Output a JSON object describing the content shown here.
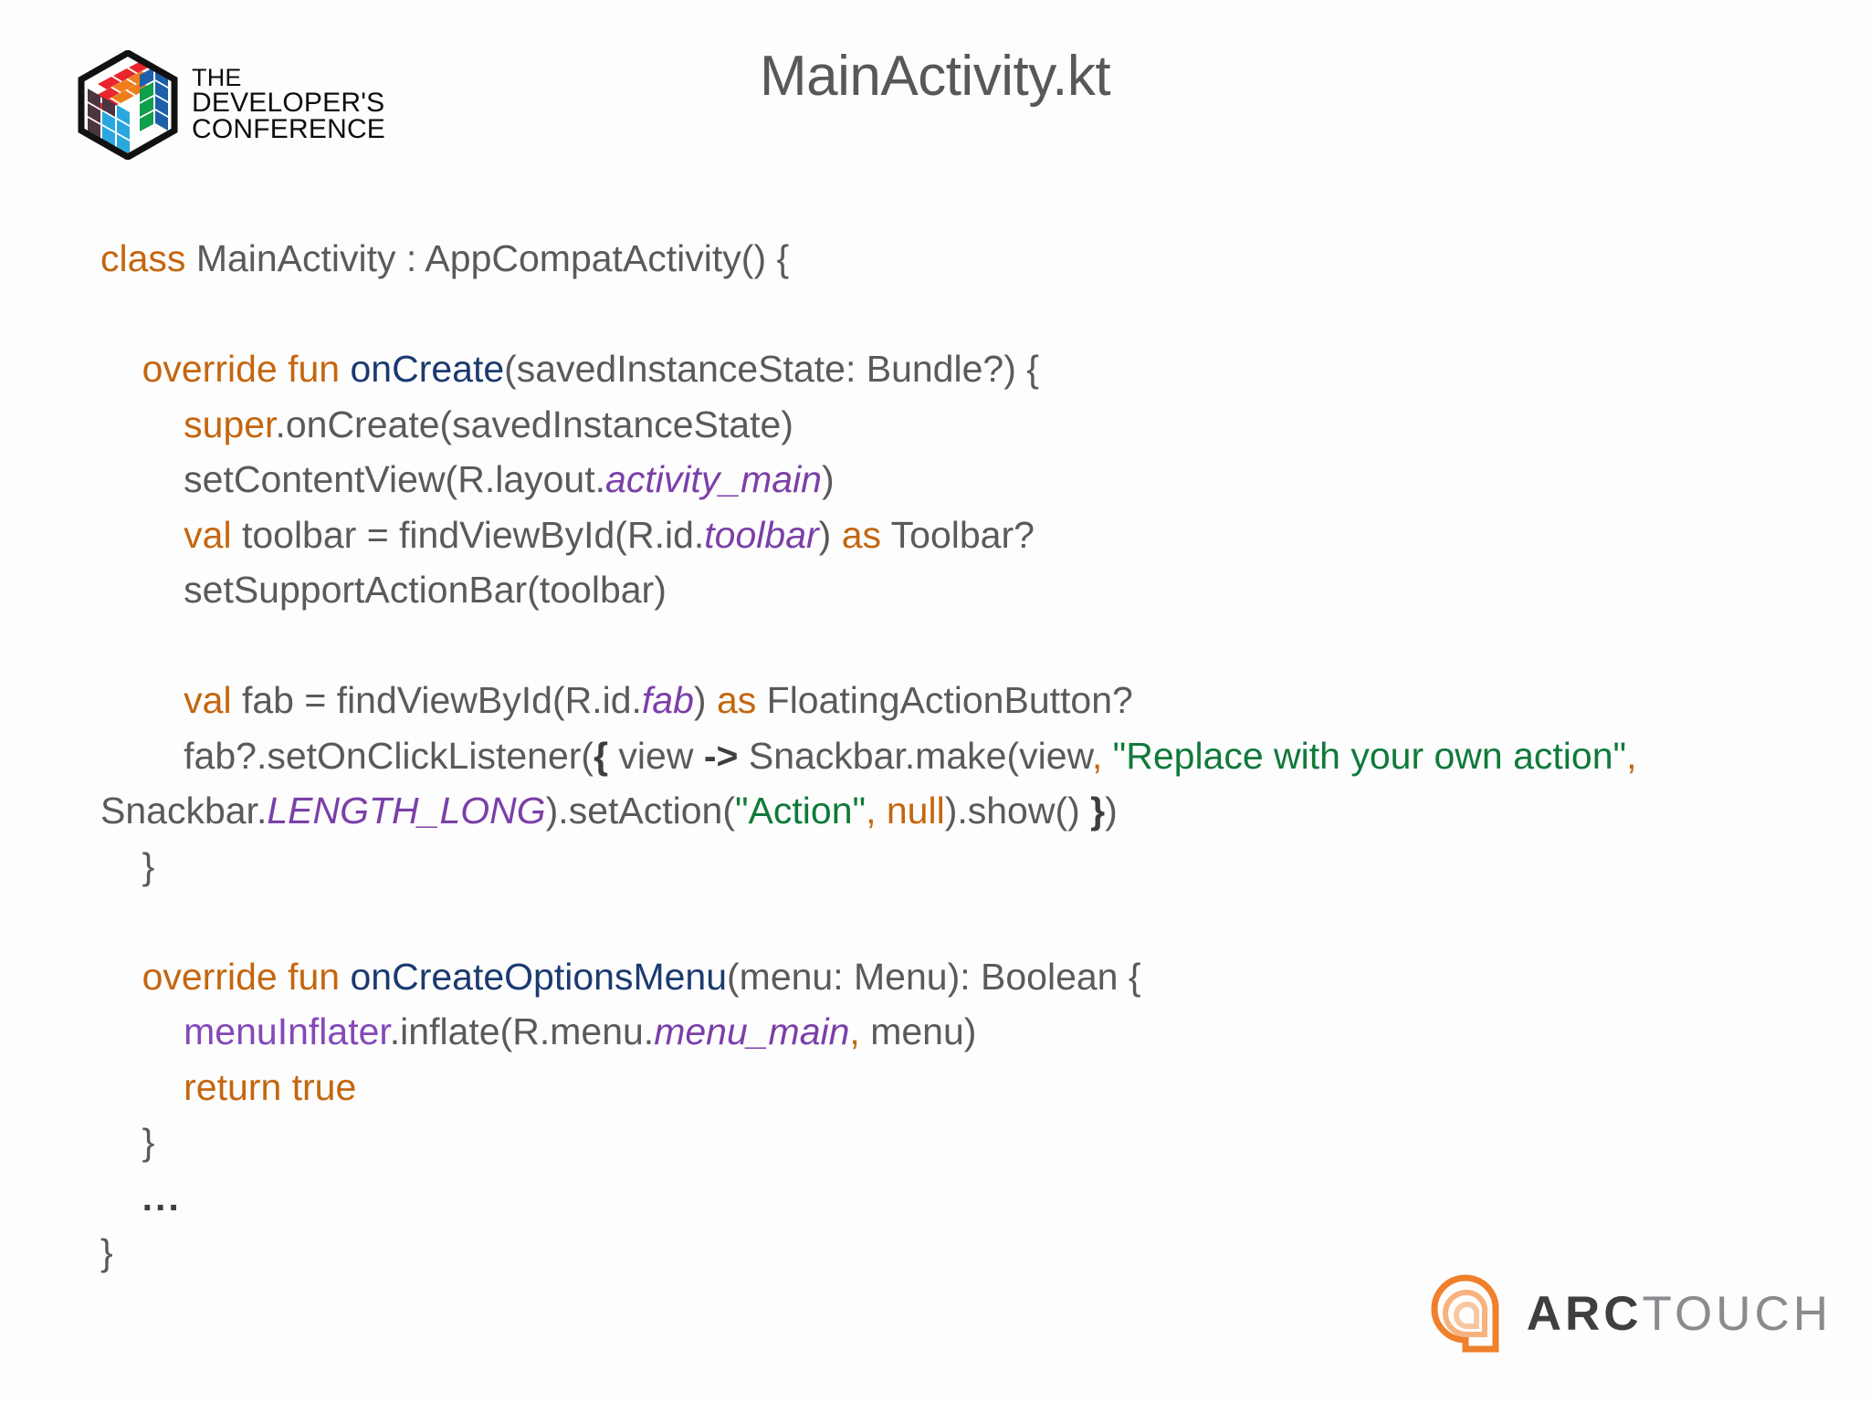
{
  "brand": {
    "tdc": {
      "line1": "THE",
      "line2": "DEVELOPER'S",
      "line3": "CONFERENCE",
      "cube_icon": "rubiks-cube-hexagon-icon",
      "colors": {
        "red": "#e8262d",
        "orange": "#ef7d1a",
        "green": "#0f9e4a",
        "blue": "#1d5fa8",
        "lightblue": "#29a8e0",
        "dark": "#4a3540",
        "outline": "#111111"
      }
    },
    "arctouch": {
      "arc": "ARC",
      "touch": "TOUCH",
      "mark_icon": "arctouch-spiral-a-icon",
      "accent": "#f0802b",
      "arc_color": "#3f3f42",
      "touch_color": "#8b8b8f"
    }
  },
  "header": {
    "title": "MainActivity.kt",
    "title_color": "#57585a"
  },
  "code": {
    "language": "kotlin",
    "filename": "MainActivity.kt",
    "theme": {
      "default": "#5a5a5d",
      "keyword": "#c4660f",
      "function": "#1b3a70",
      "resource": "#7b3fa8",
      "string": "#10793a",
      "punctuation_accent": "#c4660f",
      "bold_symbol": "#3e3e41"
    },
    "lines": [
      {
        "tokens": [
          {
            "t": "class ",
            "c": "kw"
          },
          {
            "t": "MainActivity : AppCompatActivity() {",
            "c": ""
          }
        ]
      },
      {
        "blank": true
      },
      {
        "indent": 1,
        "tokens": [
          {
            "t": "override fun ",
            "c": "kw"
          },
          {
            "t": "onCreate",
            "c": "fn"
          },
          {
            "t": "(savedInstanceState: Bundle?) {",
            "c": ""
          }
        ]
      },
      {
        "indent": 2,
        "tokens": [
          {
            "t": "super",
            "c": "kw"
          },
          {
            "t": ".onCreate(savedInstanceState)",
            "c": ""
          }
        ]
      },
      {
        "indent": 2,
        "tokens": [
          {
            "t": "setContentView(R.layout.",
            "c": ""
          },
          {
            "t": "activity_main",
            "c": "res"
          },
          {
            "t": ")",
            "c": ""
          }
        ]
      },
      {
        "indent": 2,
        "tokens": [
          {
            "t": "val ",
            "c": "kw"
          },
          {
            "t": "toolbar = findViewById(R.id.",
            "c": ""
          },
          {
            "t": "toolbar",
            "c": "res"
          },
          {
            "t": ") ",
            "c": ""
          },
          {
            "t": "as ",
            "c": "kw"
          },
          {
            "t": "Toolbar?",
            "c": ""
          }
        ]
      },
      {
        "indent": 2,
        "tokens": [
          {
            "t": "setSupportActionBar(toolbar)",
            "c": ""
          }
        ]
      },
      {
        "blank": true
      },
      {
        "indent": 2,
        "tokens": [
          {
            "t": "val ",
            "c": "kw"
          },
          {
            "t": "fab = findViewById(R.id.",
            "c": ""
          },
          {
            "t": "fab",
            "c": "res"
          },
          {
            "t": ") ",
            "c": ""
          },
          {
            "t": "as ",
            "c": "kw"
          },
          {
            "t": "FloatingActionButton?",
            "c": ""
          }
        ]
      },
      {
        "indent": 2,
        "tokens": [
          {
            "t": "fab?.setOnClickListener(",
            "c": ""
          },
          {
            "t": "{",
            "c": "bold"
          },
          {
            "t": " view ",
            "c": ""
          },
          {
            "t": "->",
            "c": "bold"
          },
          {
            "t": " Snackbar.make(view",
            "c": ""
          },
          {
            "t": ",",
            "c": "pun"
          },
          {
            "t": " ",
            "c": ""
          },
          {
            "t": "\"Replace with your own action\"",
            "c": "str"
          },
          {
            "t": ",",
            "c": "pun"
          },
          {
            "t": " Snackbar.",
            "c": ""
          },
          {
            "t": "LENGTH_LONG",
            "c": "res"
          },
          {
            "t": ").setAction(",
            "c": ""
          },
          {
            "t": "\"Action\"",
            "c": "str"
          },
          {
            "t": ",",
            "c": "pun"
          },
          {
            "t": " ",
            "c": ""
          },
          {
            "t": "null",
            "c": "kw"
          },
          {
            "t": ").show() ",
            "c": ""
          },
          {
            "t": "}",
            "c": "bold"
          },
          {
            "t": ")",
            "c": ""
          }
        ]
      },
      {
        "indent": 1,
        "tokens": [
          {
            "t": "}",
            "c": ""
          }
        ]
      },
      {
        "blank": true
      },
      {
        "indent": 1,
        "tokens": [
          {
            "t": "override fun ",
            "c": "kw"
          },
          {
            "t": "onCreateOptionsMenu",
            "c": "fn"
          },
          {
            "t": "(menu: Menu): Boolean {",
            "c": ""
          }
        ]
      },
      {
        "indent": 2,
        "tokens": [
          {
            "t": "menuInflater",
            "c": "resn"
          },
          {
            "t": ".inflate(R.menu.",
            "c": ""
          },
          {
            "t": "menu_main",
            "c": "res"
          },
          {
            "t": ",",
            "c": "pun"
          },
          {
            "t": " menu)",
            "c": ""
          }
        ]
      },
      {
        "indent": 2,
        "tokens": [
          {
            "t": "return true",
            "c": "kw"
          }
        ]
      },
      {
        "indent": 1,
        "tokens": [
          {
            "t": "}",
            "c": ""
          }
        ]
      },
      {
        "indent": 1,
        "tokens": [
          {
            "t": "...",
            "c": "dots"
          }
        ]
      },
      {
        "indent": 0,
        "tokens": [
          {
            "t": "}",
            "c": ""
          }
        ]
      }
    ]
  }
}
